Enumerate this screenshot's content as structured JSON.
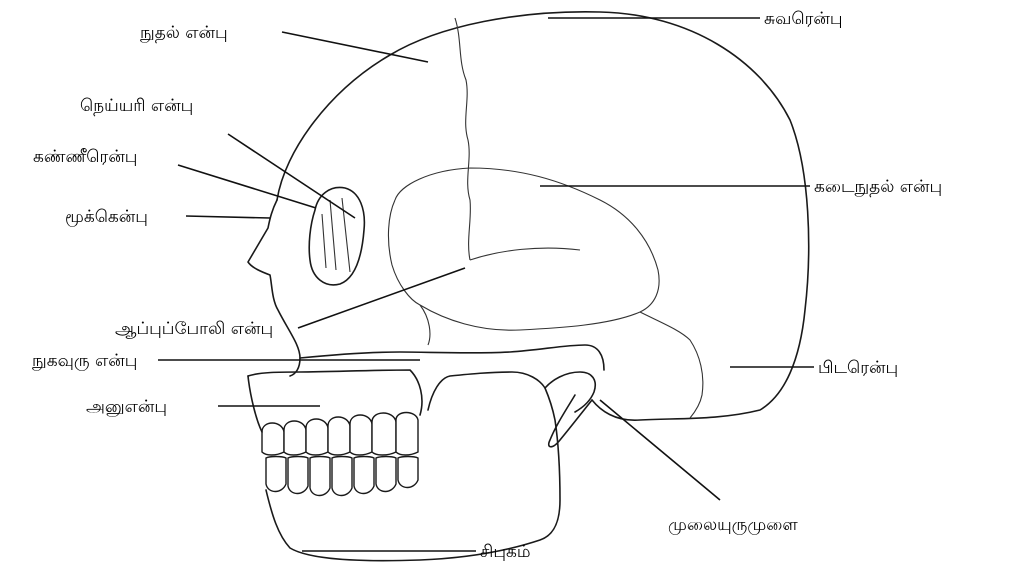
{
  "diagram": {
    "labels": {
      "frontal": "நுதல் என்பு",
      "parietal": "சுவரென்பு",
      "ethmoid": "நெய்யரி என்பு",
      "lacrimal": "கண்ணீரென்பு",
      "nasal": "மூக்கென்பு",
      "temporal": "கடைநுதல் என்பு",
      "sphenoid": "ஆப்புப்போலி என்பு",
      "zygomatic": "நுகவுரு என்பு",
      "maxilla": "அனுஎன்பு",
      "occipital": "பிடரென்பு",
      "mastoid": "முலையுருமுளை",
      "mandible": "சிபுகம்"
    }
  }
}
